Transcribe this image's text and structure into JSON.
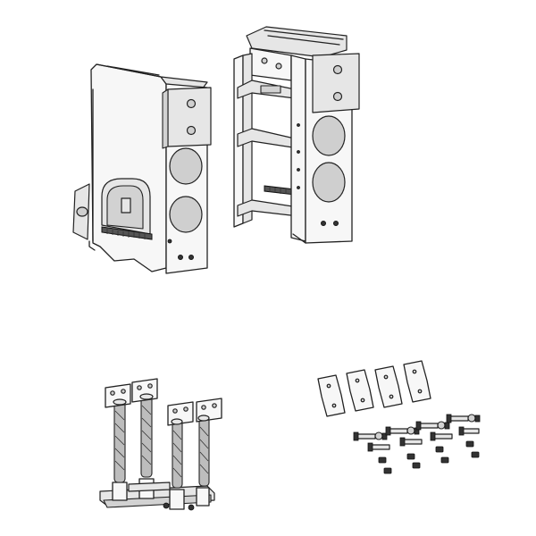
{
  "colors": {
    "background": "#ffffff",
    "line": "#222222",
    "shade_light": "#e6e6e6",
    "shade_mid": "#d2d2d2",
    "shade_dark": "#555555"
  },
  "components": [
    {
      "id": "left-frame-part"
    },
    {
      "id": "right-frame-part"
    },
    {
      "id": "wire-rope-isolator-set"
    },
    {
      "id": "bracket-plate-hardware-kit"
    }
  ]
}
